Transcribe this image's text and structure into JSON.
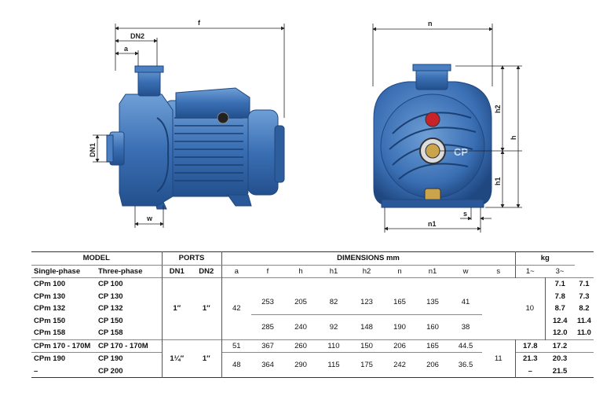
{
  "drawing_labels": {
    "f": "f",
    "dn2": "DN2",
    "a": "a",
    "dn1": "DN1",
    "w": "w",
    "n": "n",
    "h": "h",
    "h1": "h1",
    "h2": "h2",
    "n1": "n1",
    "s": "s",
    "logo": "CP"
  },
  "colors": {
    "pump_blue": "#3a6fb4",
    "pump_dark": "#23508d",
    "pump_light": "#6f9fd6",
    "red": "#c8222a",
    "brass": "#c9a44a"
  },
  "table": {
    "header": {
      "model": "MODEL",
      "ports": "PORTS",
      "dimensions": "DIMENSIONS mm",
      "kg": "kg",
      "single_phase": "Single-phase",
      "three_phase": "Three-phase",
      "dn1": "DN1",
      "dn2": "DN2",
      "a": "a",
      "f": "f",
      "h": "h",
      "h1": "h1",
      "h2": "h2",
      "n": "n",
      "n1": "n1",
      "w": "w",
      "s": "s",
      "kg1": "1~",
      "kg3": "3~"
    },
    "rows": [
      {
        "single": "CPm 100",
        "three": "CP 100",
        "kg1": "7.1",
        "kg3": "7.1"
      },
      {
        "single": "CPm 130",
        "three": "CP 130",
        "kg1": "7.8",
        "kg3": "7.3"
      },
      {
        "single": "CPm 132",
        "three": "CP 132",
        "kg1": "8.7",
        "kg3": "8.2"
      },
      {
        "single": "CPm 150",
        "three": "CP 150",
        "kg1": "12.4",
        "kg3": "11.4"
      },
      {
        "single": "CPm 158",
        "three": "CP 158",
        "kg1": "12.0",
        "kg3": "11.0"
      },
      {
        "single": "CPm 170 - 170M",
        "three": "CP 170 - 170M",
        "kg1": "17.8",
        "kg3": "17.2"
      },
      {
        "single": "CPm 190",
        "three": "CP 190",
        "kg1": "21.3",
        "kg3": "20.3"
      },
      {
        "single": "–",
        "three": "CP 200",
        "kg1": "–",
        "kg3": "21.5"
      }
    ],
    "groups": {
      "ports_a": {
        "dn1": "1″",
        "dn2": "1″"
      },
      "ports_b": {
        "dn1": "1¼″",
        "dn2": "1″"
      },
      "a_a": "42",
      "dims_g1": {
        "f": "253",
        "h": "205",
        "h1": "82",
        "h2": "123",
        "n": "165",
        "n1": "135",
        "w": "41"
      },
      "dims_g2": {
        "f": "285",
        "h": "240",
        "h1": "92",
        "h2": "148",
        "n": "190",
        "n1": "160",
        "w": "38"
      },
      "dims_g3": {
        "a": "51",
        "f": "367",
        "h": "260",
        "h1": "110",
        "h2": "150",
        "n": "206",
        "n1": "165",
        "w": "44.5"
      },
      "dims_g4": {
        "a": "48",
        "f": "364",
        "h": "290",
        "h1": "115",
        "h2": "175",
        "n": "242",
        "n1": "206",
        "w": "36.5"
      },
      "s_a": "10",
      "s_b": "11"
    }
  }
}
